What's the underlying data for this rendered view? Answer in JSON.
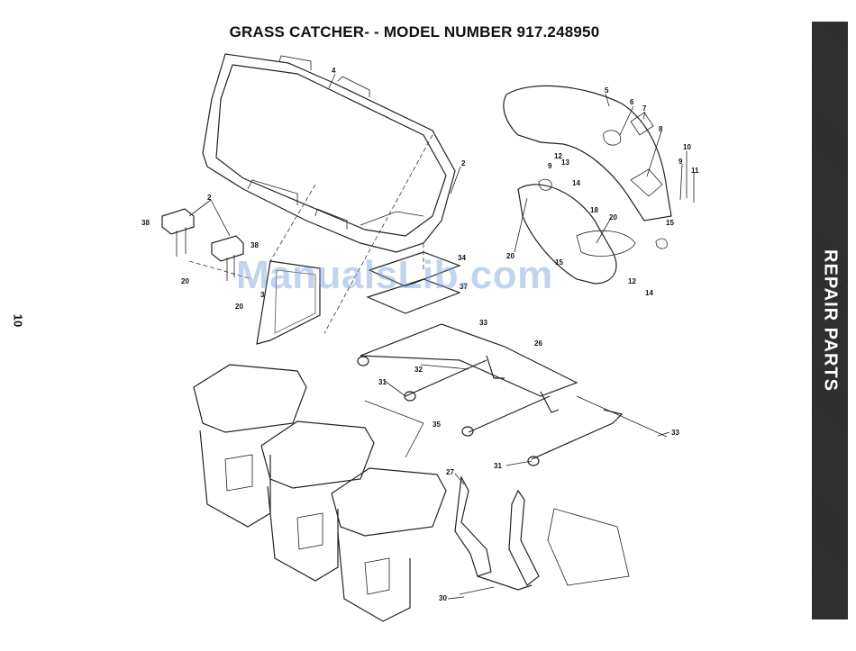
{
  "title": "GRASS CATCHER- - MODEL NUMBER 917.248950",
  "side_tab": "REPAIR PARTS",
  "page_number": "10",
  "watermark": "ManualsLib.com",
  "callouts": {
    "c4": "4",
    "c5": "5",
    "c6": "6",
    "c7": "7",
    "c8": "8",
    "c2a": "2",
    "c2b": "2",
    "c38a": "38",
    "c38b": "38",
    "c20a": "20",
    "c20b": "20",
    "c20c": "20",
    "c20d": "20",
    "c10": "10",
    "c9a": "9",
    "c11": "11",
    "c12a": "12",
    "c13": "13",
    "c9b": "9",
    "c14a": "14",
    "c18": "18",
    "c15a": "15",
    "c15b": "15",
    "c12b": "12",
    "c14b": "14",
    "c34": "34",
    "c37": "37",
    "c3": "3",
    "c33a": "33",
    "c26": "26",
    "c32": "32",
    "c31a": "31",
    "c35": "35",
    "c33b": "33",
    "c31b": "31",
    "c27": "27",
    "c30": "30"
  }
}
